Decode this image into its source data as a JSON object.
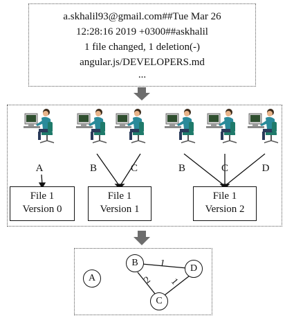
{
  "commit": {
    "lines": [
      "a.skhalil93@gmail.com##Tue Mar 26",
      "12:28:16 2019 +0300##askhalil",
      "1 file changed, 1 deletion(-)",
      "angular.js/DEVELOPERS.md",
      "..."
    ]
  },
  "versions": [
    {
      "authors": [
        "A"
      ],
      "file": "File 1",
      "version": "Version 0"
    },
    {
      "authors": [
        "B",
        "C"
      ],
      "file": "File 1",
      "version": "Version 1"
    },
    {
      "authors": [
        "B",
        "C",
        "D"
      ],
      "file": "File 1",
      "version": "Version 2"
    }
  ],
  "graph": {
    "isolated_node": "A",
    "nodes": [
      "B",
      "C",
      "D"
    ],
    "edges": [
      {
        "from": "B",
        "to": "D",
        "weight": "1"
      },
      {
        "from": "B",
        "to": "C",
        "weight": "2"
      },
      {
        "from": "C",
        "to": "D",
        "weight": "1"
      }
    ]
  },
  "colors": {
    "arrow": "#6d6d6d",
    "line": "#111111",
    "shirt": "#2a8a9a",
    "chair": "#1f7a6a"
  },
  "icons": [
    "developer-at-computer-icon",
    "down-arrow-icon"
  ]
}
